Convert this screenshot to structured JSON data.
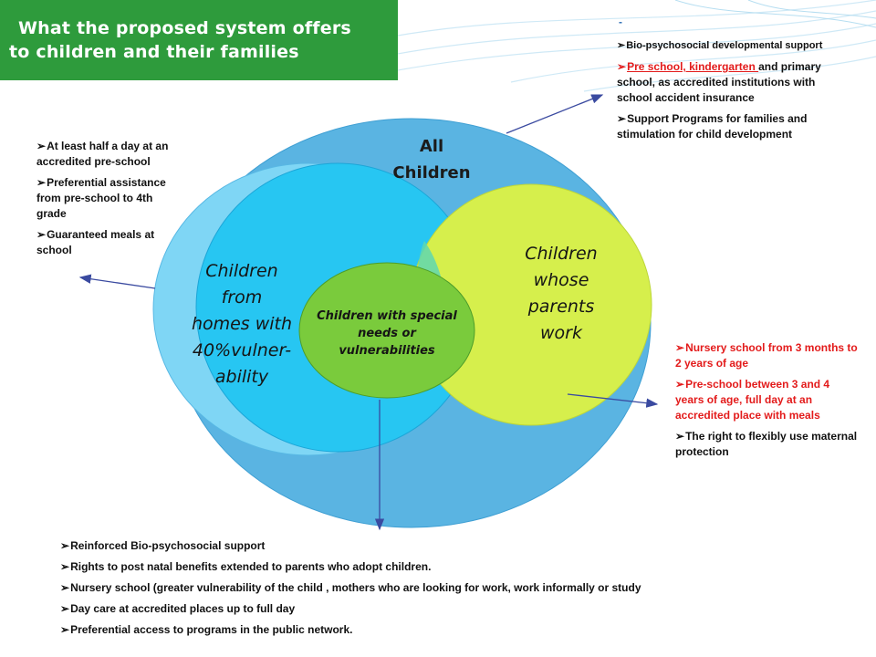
{
  "title": {
    "line1": "What the proposed system offers",
    "line2": "to children and their families"
  },
  "circles": {
    "all_children": {
      "line1": "All",
      "line2": "Children"
    },
    "vulnerability": {
      "lines": [
        "Children",
        "from",
        "homes with",
        "40%vulner-",
        "ability"
      ]
    },
    "working_parents": {
      "lines": [
        "Children",
        "whose",
        "parents",
        "work"
      ]
    },
    "special_needs": {
      "lines": [
        "Children with special",
        "needs or",
        "vulnerabilities"
      ]
    }
  },
  "bullet_glyph": "➢",
  "top_dash": "-",
  "left_list": [
    "At least half a day at an accredited pre-school",
    "Preferential assistance from pre-school to 4th grade",
    "Guaranteed meals at school"
  ],
  "top_right_list": {
    "item1": "Bio-psychosocial  developmental support",
    "item2_red": "Pre school, kindergarten ",
    "item2_rest": "and primary school, as accredited institutions with school accident insurance",
    "item3": "Support Programs for families and stimulation for child development"
  },
  "right_list": [
    {
      "text": "Nursery school from 3 months to 2 years of age",
      "red": true
    },
    {
      "text": "Pre-school between 3 and 4 years of age, full day at an accredited place with meals",
      "red": true
    },
    {
      "text": "The right to flexibly use maternal protection",
      "red": false
    }
  ],
  "bottom_list": [
    "Reinforced Bio-psychosocial support",
    "Rights to post natal benefits extended to parents who adopt children.",
    "Nursery school (greater vulnerability of the child , mothers who are looking for work, work informally or study",
    "Day care at accredited places up to full day",
    "Preferential access to programs in the public network."
  ],
  "colors": {
    "title_bg": "#2e9b3c",
    "outer_circle": "#5ab4e2",
    "vuln_circle": "#27c6f2",
    "parents_circle": "#d6ef4c",
    "special_circle": "#7acb3c",
    "arrow": "#3a4aa0",
    "red_text": "#e31b1b"
  }
}
